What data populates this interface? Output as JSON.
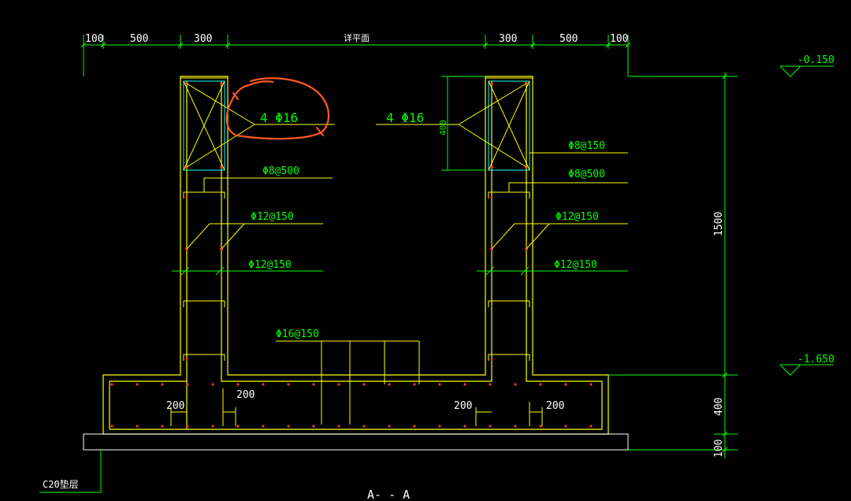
{
  "top_dims": {
    "left": [
      "100",
      "500",
      "300"
    ],
    "middle": "详平面",
    "right": [
      "300",
      "500",
      "100"
    ]
  },
  "levels": {
    "top": "-0.150",
    "bottom": "-1.650"
  },
  "right_dims": {
    "wall": "1500",
    "slab": "400",
    "pad": "100"
  },
  "beam_depth": "400",
  "rebar": {
    "beam_left": "4 Φ16",
    "beam_right": "4 Φ16",
    "stirrup_right": "Φ8@150",
    "tie_left": "Φ8@500",
    "tie_right": "Φ8@500",
    "wall_left_1": "Φ12@150",
    "wall_right_1": "Φ12@150",
    "wall_left_2": "Φ12@150",
    "wall_right_2": "Φ12@150",
    "slab": "Φ16@150"
  },
  "spacing_labels": {
    "a": "200",
    "b": "200",
    "c": "200",
    "d": "200"
  },
  "pad_label": "C20垫层",
  "section_title": "A- - A",
  "colors": {
    "background": "#000000",
    "dimension": "#00ff00",
    "concrete": "#ffff00",
    "rebar_dot": "#ff3333",
    "markup": "#ff5a1f",
    "stirrup_cyan": "#00ffff",
    "text_white": "#ffffff"
  }
}
